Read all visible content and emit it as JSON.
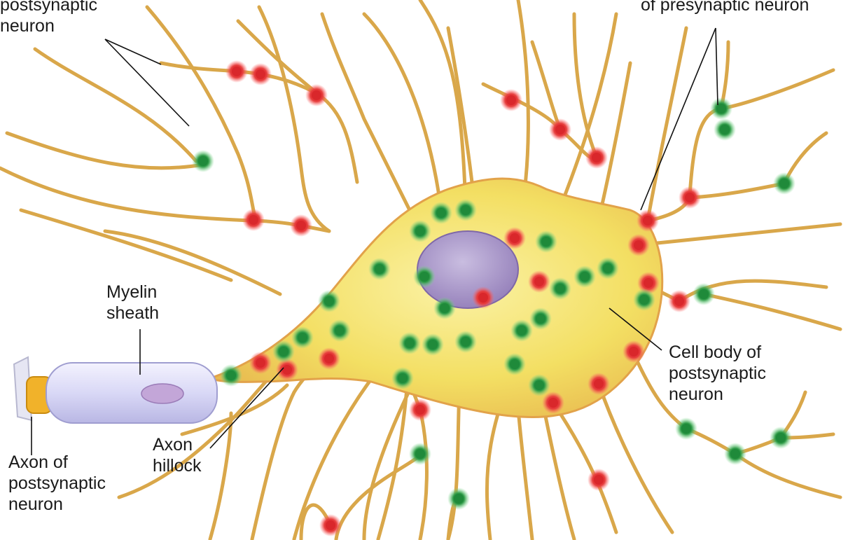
{
  "labels": {
    "dendrites_postsyn": {
      "line1": "postsynaptic",
      "line2": "neuron"
    },
    "terminals_presyn": {
      "line1": "of presynaptic neuron"
    },
    "myelin": {
      "line1": "Myelin",
      "line2": "sheath"
    },
    "cell_body": {
      "line1": "Cell body of",
      "line2": "postsynaptic",
      "line3": "neuron"
    },
    "axon_hillock": {
      "line1": "Axon",
      "line2": "hillock"
    },
    "axon_postsyn": {
      "line1": "Axon of",
      "line2": "postsynaptic",
      "line3": "neuron"
    }
  },
  "colors": {
    "fiber": "#d9a74a",
    "fiber_light": "#f0cf7a",
    "soma": "#f3df63",
    "soma_edge": "#e2a24a",
    "nucleus": "#a793c4",
    "myelin": "#d9d8f6",
    "excitatory": "#d9272b",
    "inhibitory": "#1f8a3a"
  }
}
